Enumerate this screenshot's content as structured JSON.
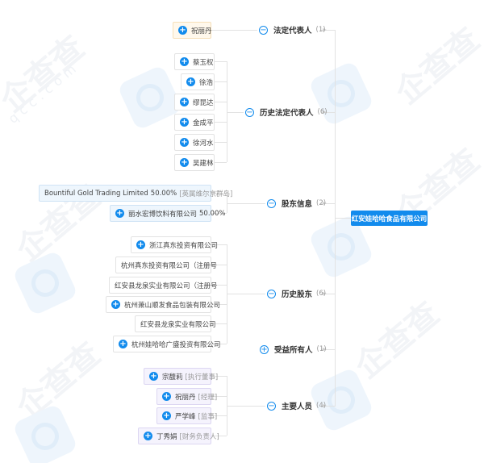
{
  "root": {
    "label": "红安娃哈哈食品有限公司",
    "color": "#128bed"
  },
  "categories": [
    {
      "label": "法定代表人",
      "count": "(1)",
      "toggle": "−",
      "expanded": true
    },
    {
      "label": "历史法定代表人",
      "count": "(6)",
      "toggle": "−",
      "expanded": true
    },
    {
      "label": "股东信息",
      "count": "(2)",
      "toggle": "−",
      "expanded": true
    },
    {
      "label": "历史股东",
      "count": "(6)",
      "toggle": "−",
      "expanded": true
    },
    {
      "label": "受益所有人",
      "count": "(1)",
      "toggle": "+",
      "expanded": false
    },
    {
      "label": "主要人员",
      "count": "(4)",
      "toggle": "−",
      "expanded": true
    }
  ],
  "legal_rep": [
    {
      "name": "祝丽丹",
      "expandable": true
    }
  ],
  "history_legal_reps": [
    {
      "name": "蔡玉权",
      "expandable": true
    },
    {
      "name": "徐浩",
      "expandable": true
    },
    {
      "name": "缪昆达",
      "expandable": true
    },
    {
      "name": "金成平",
      "expandable": true
    },
    {
      "name": "徐河水",
      "expandable": true
    },
    {
      "name": "吴建林",
      "expandable": true
    }
  ],
  "shareholders": [
    {
      "name": "Bountiful Gold Trading Limited",
      "share": "50.00%",
      "note": "[英属维尔京群岛]",
      "expandable": false
    },
    {
      "name": "丽水宏博饮料有限公司",
      "share": "50.00%",
      "note": "",
      "expandable": true
    }
  ],
  "history_shareholders": [
    {
      "name": "浙江真东投资有限公司",
      "expandable": true
    },
    {
      "name": "杭州真东投资有限公司（注册号",
      "expandable": false
    },
    {
      "name": "红安县龙泉实业有限公司（注册号",
      "expandable": false
    },
    {
      "name": "杭州萧山顺发食品包装有限公司",
      "expandable": true
    },
    {
      "name": "红安县龙泉实业有限公司",
      "expandable": false
    },
    {
      "name": "杭州娃哈哈广盛投资有限公司",
      "expandable": true
    }
  ],
  "key_personnel": [
    {
      "name": "宗馥莉",
      "role": "[执行董事]",
      "expandable": true
    },
    {
      "name": "祝丽丹",
      "role": "[经理]",
      "expandable": true
    },
    {
      "name": "严学峰",
      "role": "[监事]",
      "expandable": true
    },
    {
      "name": "丁秀娟",
      "role": "[财务负责人]",
      "expandable": true
    }
  ],
  "watermark": {
    "brand": "企查查",
    "domain": "qcc.com"
  },
  "icons": {
    "expand": "+",
    "collapse": "−"
  }
}
